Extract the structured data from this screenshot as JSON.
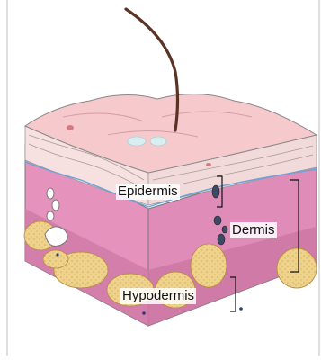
{
  "labels": {
    "epidermis": "Epidermis",
    "dermis": "Dermis",
    "hypodermis": "Hypodermis"
  },
  "colors": {
    "surface": "#f6c7cc",
    "epidermis_band": "#f4dede",
    "dermis": "#e28fb7",
    "dermis_dark": "#c96a9c",
    "fat": "#efd38d",
    "hair": "#5a3324",
    "outline": "#6a6a6a"
  }
}
